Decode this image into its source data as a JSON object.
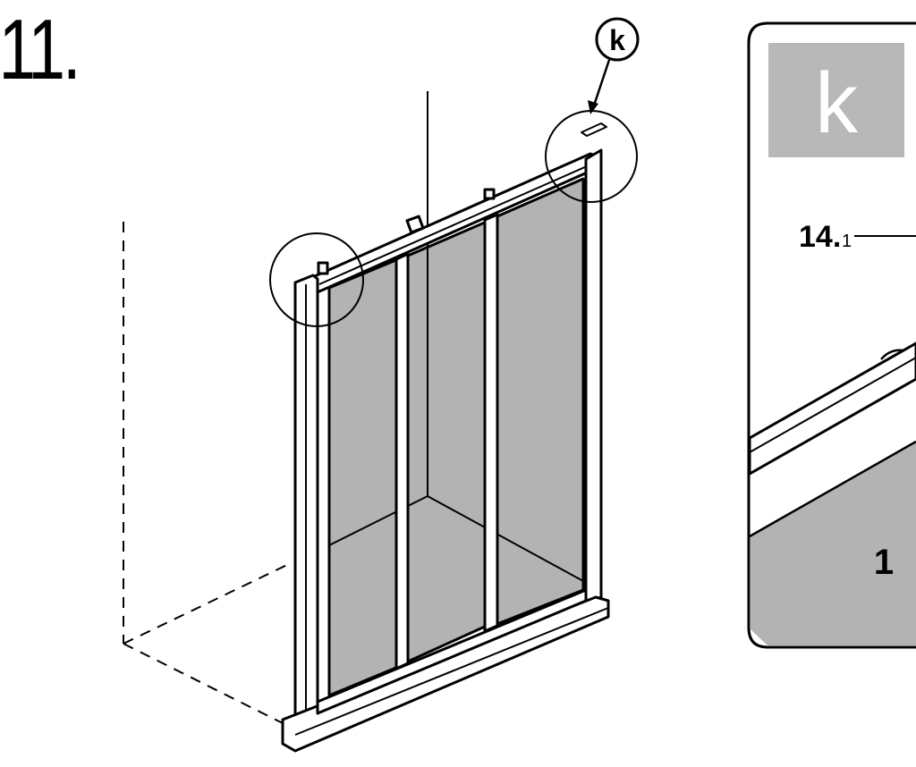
{
  "step": {
    "number": "11."
  },
  "callout": {
    "letter": "k"
  },
  "detail_panel": {
    "badge_letter": "k",
    "part_label_main": "14.",
    "part_label_sub": "1",
    "region_label": "1"
  },
  "colors": {
    "ink": "#000000",
    "glass": "#b3b3b3",
    "badge": "#b8b8b8",
    "paper": "#ffffff"
  },
  "icons": [
    "detail-magnifier-circle",
    "callout-arrow"
  ]
}
